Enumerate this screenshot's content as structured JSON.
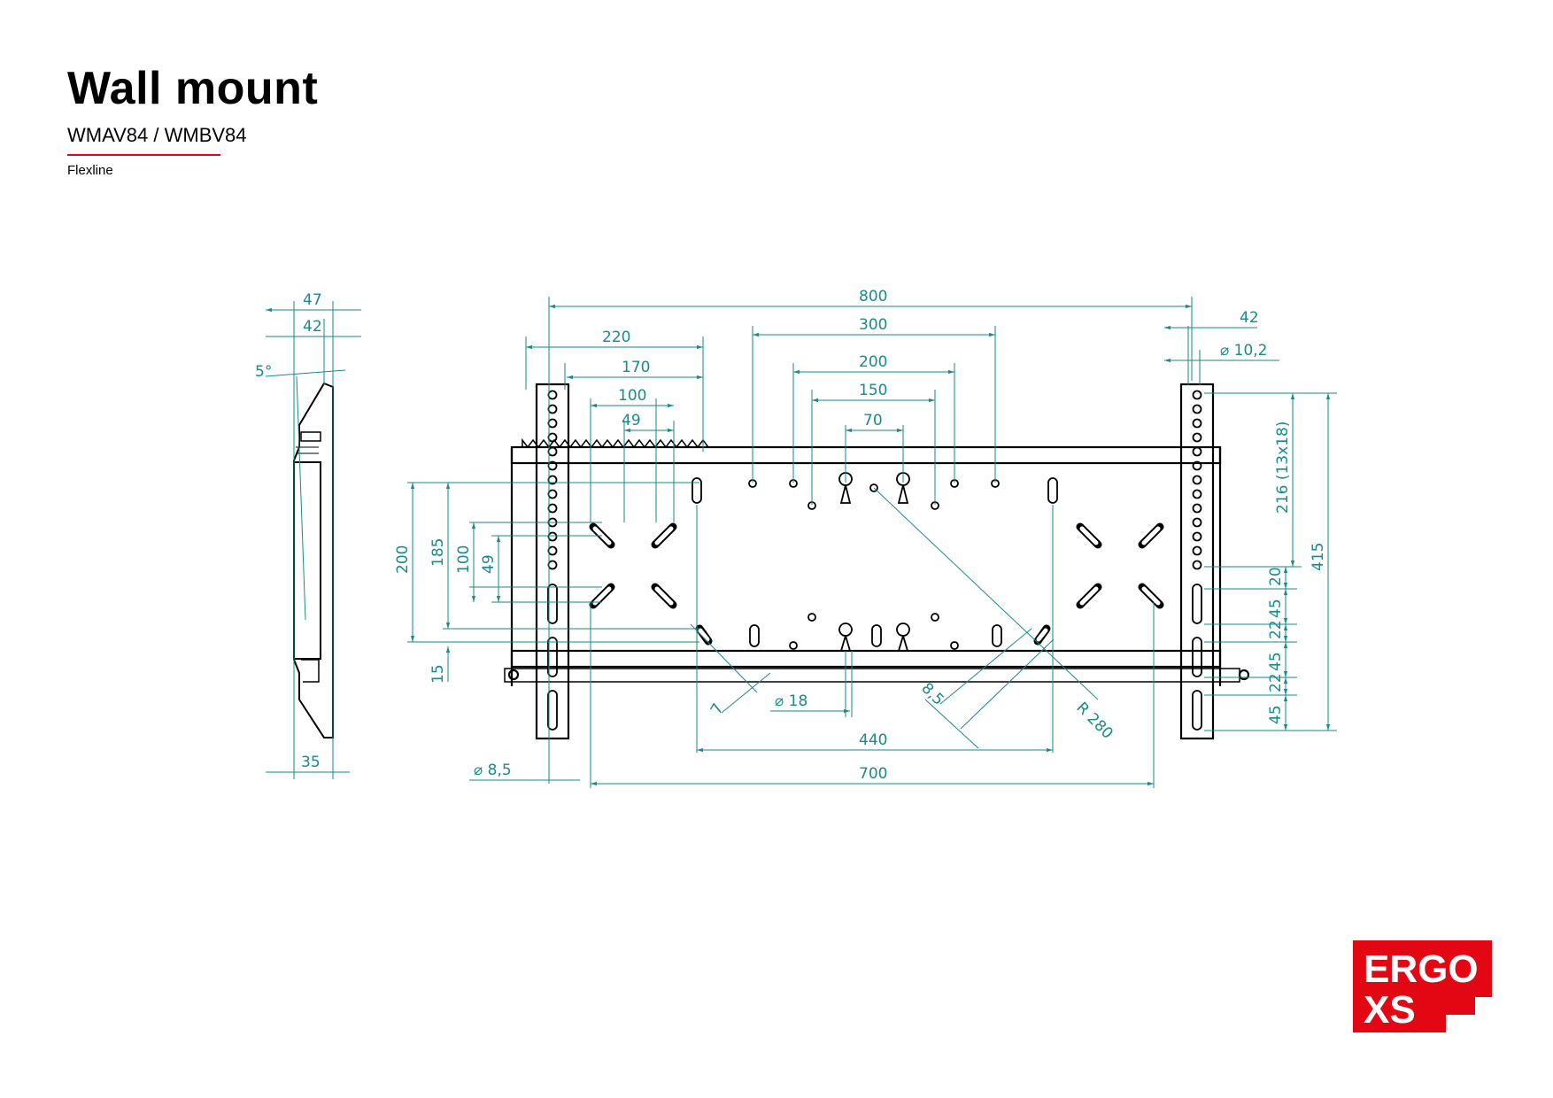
{
  "header": {
    "title": "Wall mount",
    "models": "WMAV84 / WMBV84",
    "series": "Flexline"
  },
  "colors": {
    "accent": "#e30613",
    "dimension": "#1a8a8a",
    "outline": "#000000"
  },
  "side_view": {
    "dim_top_outer": "47",
    "dim_top_inner": "42",
    "tilt_angle": "5°",
    "dim_bottom": "35"
  },
  "front_view": {
    "overall_width": "800",
    "slot_span_300": "300",
    "left_220": "220",
    "left_170": "170",
    "left_100": "100",
    "left_49": "49",
    "center_200": "200",
    "center_150": "150",
    "center_70": "70",
    "right_42": "42",
    "right_hole_dia": "⌀ 10,2",
    "height_200": "200",
    "height_185": "185",
    "height_100": "100",
    "height_49": "49",
    "bottom_15": "15",
    "pitch_216": "216 (13x18)",
    "total_415": "415",
    "step_20": "20",
    "step_45_a": "45",
    "step_22_a": "22",
    "step_45_b": "45",
    "step_22_b": "22",
    "step_45_c": "45",
    "slot_7": "7",
    "hole_18": "⌀ 18",
    "slot_8_5": "8,5",
    "radius_280": "R 280",
    "span_440": "440",
    "span_700": "700",
    "hole_8_5": "⌀ 8,5"
  },
  "logo": {
    "line1": "ERGO",
    "line2": "XS"
  }
}
